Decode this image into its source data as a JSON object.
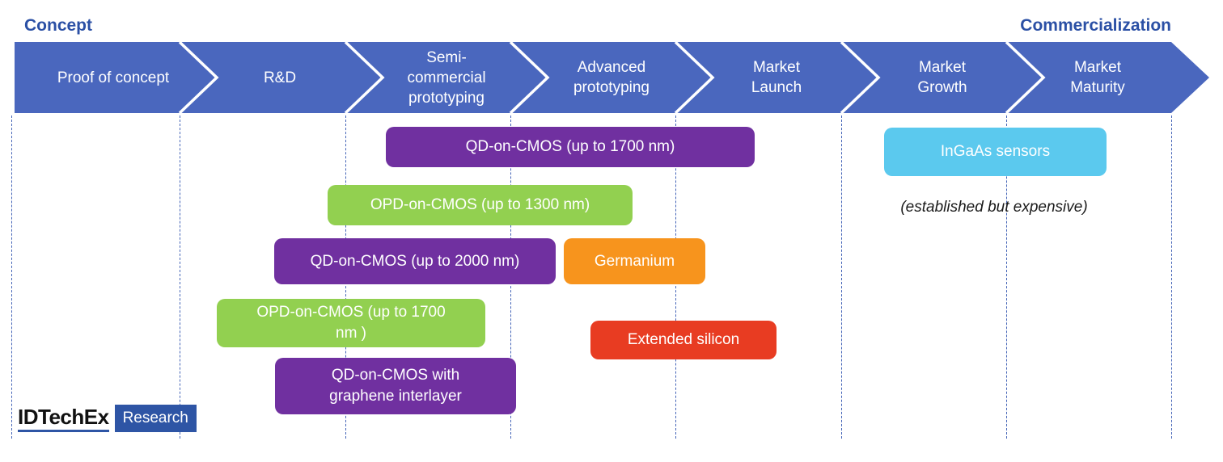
{
  "header": {
    "concept": "Concept",
    "commercialization": "Commercialization"
  },
  "stages": [
    {
      "label": "Proof of concept"
    },
    {
      "label": "R&D"
    },
    {
      "label": "Semi-\ncommercial\nprototyping"
    },
    {
      "label": "Advanced\nprototyping"
    },
    {
      "label": "Market\nLaunch"
    },
    {
      "label": "Market\nGrowth"
    },
    {
      "label": "Market\nMaturity"
    }
  ],
  "technologies": [
    {
      "id": "qd-on-cmos-1700",
      "label": "QD-on-CMOS (up to 1700 nm)",
      "color": "#7030a0",
      "stage_span": "Semi-commercial prototyping to Market Launch"
    },
    {
      "id": "ingaas-sensors",
      "label": "InGaAs sensors",
      "color": "#5bc9ee",
      "stage_span": "Market Growth"
    },
    {
      "id": "opd-on-cmos-1300",
      "label": "OPD-on-CMOS (up to 1300 nm)",
      "color": "#92d050",
      "stage_span": "R&D to Advanced prototyping"
    },
    {
      "id": "qd-on-cmos-2000",
      "label": "QD-on-CMOS (up to 2000 nm)",
      "color": "#7030a0",
      "stage_span": "R&D to Advanced prototyping"
    },
    {
      "id": "germanium",
      "label": "Germanium",
      "color": "#f7941d",
      "stage_span": "Advanced prototyping"
    },
    {
      "id": "opd-on-cmos-1700",
      "label": "OPD-on-CMOS (up to 1700\nnm )",
      "color": "#92d050",
      "stage_span": "R&D to Semi-commercial prototyping"
    },
    {
      "id": "extended-silicon",
      "label": "Extended silicon",
      "color": "#e83c22",
      "stage_span": "Advanced prototyping to Market Launch"
    },
    {
      "id": "qd-on-cmos-graphene",
      "label": "QD-on-CMOS with\ngraphene interlayer",
      "color": "#7030a0",
      "stage_span": "R&D to Semi-commercial prototyping"
    }
  ],
  "note": "(established but expensive)",
  "logo": {
    "brand": "IDTechEx",
    "division": "Research"
  },
  "colors": {
    "banner": "#4a67be",
    "heading": "#2b50a5",
    "divider": "#4565b8",
    "logo_box": "#2e55a5"
  }
}
